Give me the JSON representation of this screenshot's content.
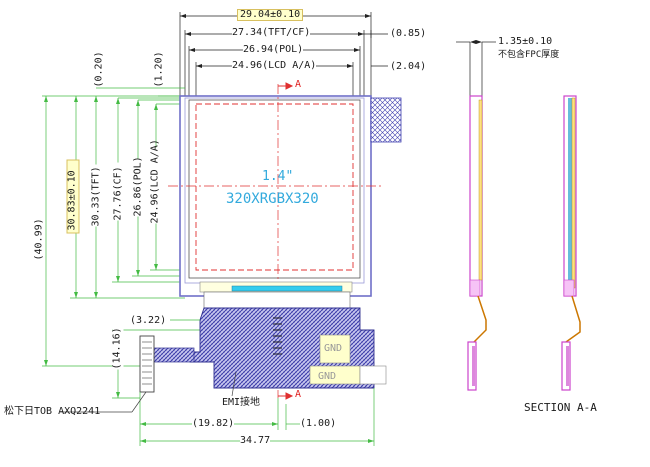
{
  "dims": {
    "overall_width": "29.04±0.10",
    "tft_cf_width": "27.34(TFT/CF)",
    "pol_width": "26.94(POL)",
    "lcd_aa_width": "24.96(LCD A/A)",
    "right_gap_tft": "(0.85)",
    "right_gap_aa": "(2.04)",
    "top_gap_left": "(0.20)",
    "top_gap_aa": "(1.20)",
    "overall_height": "(40.99)",
    "height_boxed": "30.83±0.10",
    "height_tft": "30.33(TFT)",
    "height_cf": "27.76(CF)",
    "height_pol": "26.86(POL)",
    "height_aa": "24.96(LCD A/A)",
    "fpc_height": "(14.16)",
    "fpc_offset": "(3.22)",
    "bottom_partial": "(19.82)",
    "bottom_small": "(1.00)",
    "bottom_total": "34.77",
    "thickness": "1.35±0.10",
    "thickness_note": "不包含FPC厚度"
  },
  "labels": {
    "screen_size": "1.4\"",
    "resolution": "320XRGBX320",
    "section_mark_top": "A",
    "section_mark_bottom": "A",
    "gnd_1": "GND",
    "gnd_2": "GND",
    "emi": "EMI接地",
    "connector": "松下日TOB AXQ2241",
    "section_title": "SECTION A-A"
  },
  "colors": {
    "frame": "#7070c8",
    "aa_red": "#e03030",
    "dimension": "#222222",
    "fpc_hatch": "#3030a0",
    "gnd_fill": "#ffffcc",
    "leader_green": "#44bb44",
    "side_magenta": "#cc44cc"
  }
}
